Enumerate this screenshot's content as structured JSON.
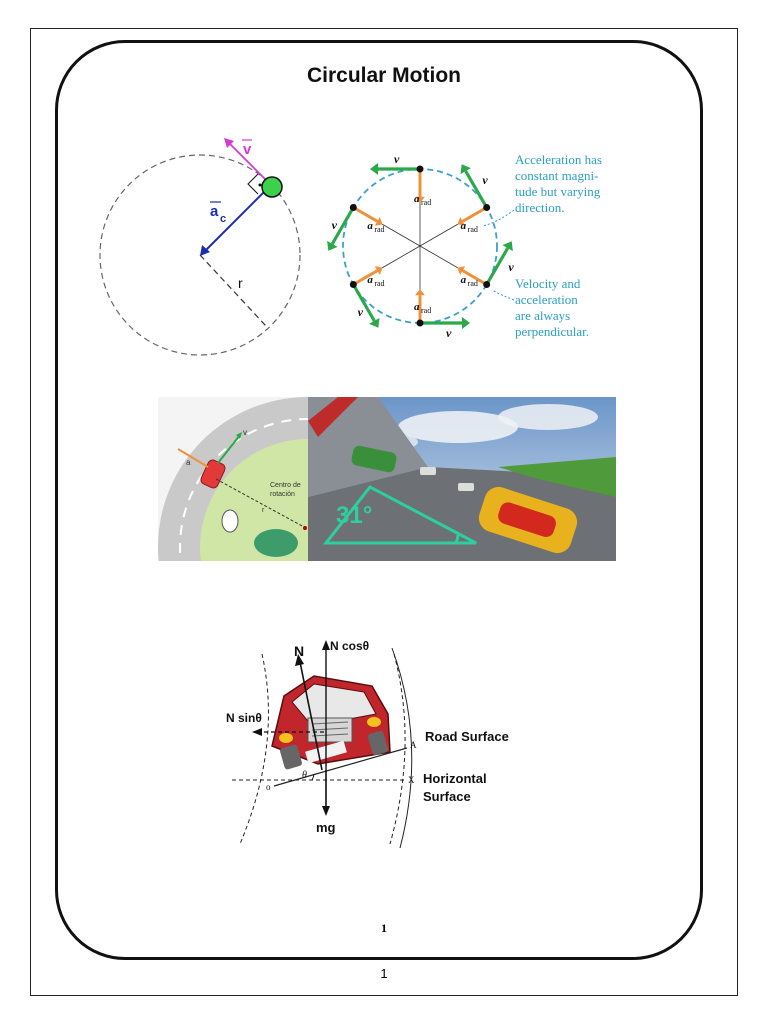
{
  "title": "Circular Motion",
  "figure1": {
    "velocity_label": "v",
    "acceleration_label": "a",
    "acceleration_subscript": "c",
    "radius_label": "r"
  },
  "figure2": {
    "velocity_label": "v",
    "accel_symbol": "a",
    "accel_subscript": "rad",
    "note1": [
      "Acceleration has",
      "constant magni-",
      "tude but varying",
      "direction."
    ],
    "note2": [
      "Velocity and",
      "acceleration",
      "are always",
      "perpendicular."
    ],
    "colors": {
      "velocity": "#2ba84a",
      "acceleration": "#f0913a",
      "note": "#2b9fc4",
      "circle": "#3aa0d0"
    }
  },
  "figure3": {
    "velocity_label": "v",
    "accel_label": "a",
    "center_label": [
      "Centro de",
      "rotación"
    ],
    "radius_label": "r",
    "bank_angle_label": "31°"
  },
  "figure4": {
    "normal_label": "N",
    "vertical_component_label": "N cosθ",
    "horizontal_component_label": "N sinθ",
    "weight_label": "mg",
    "angle_label": "θ",
    "point_a": "A",
    "point_x": "X",
    "point_o": "o",
    "road_label": "Road Surface",
    "horizontal_label": [
      "Horizontal",
      "Surface"
    ]
  },
  "page_number_inner": "1",
  "page_number_outer": "1"
}
